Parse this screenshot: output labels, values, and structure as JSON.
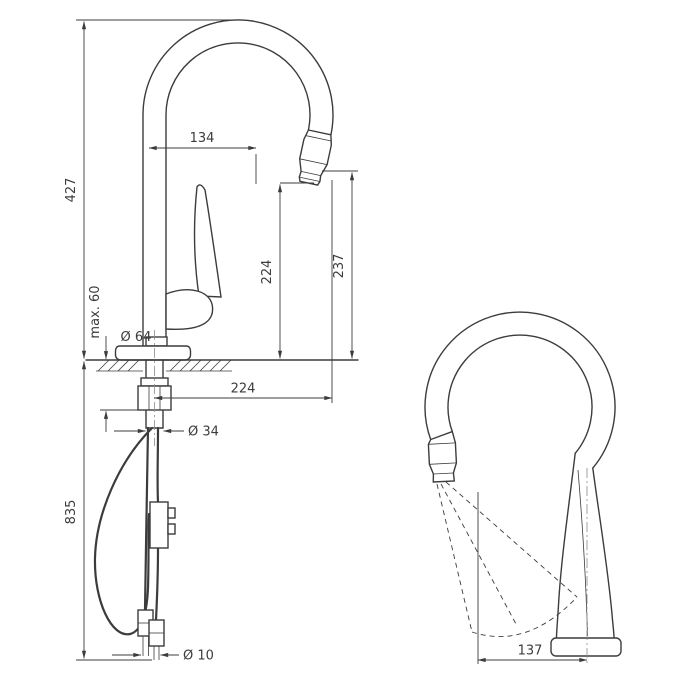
{
  "dims": {
    "front": {
      "total_height": "427",
      "spout_top_offset": "134",
      "outlet_height": "224",
      "head_height": "237",
      "max_counter_thickness": "max. 60",
      "base_diameter": "Ø 64",
      "spout_reach": "224",
      "shank_diameter": "Ø 34",
      "hose_length": "835",
      "hose_diameter": "Ø 10"
    },
    "side": {
      "outlet_reach": "137"
    }
  },
  "colors": {
    "line": "#3c3c3c",
    "background": "#ffffff"
  }
}
